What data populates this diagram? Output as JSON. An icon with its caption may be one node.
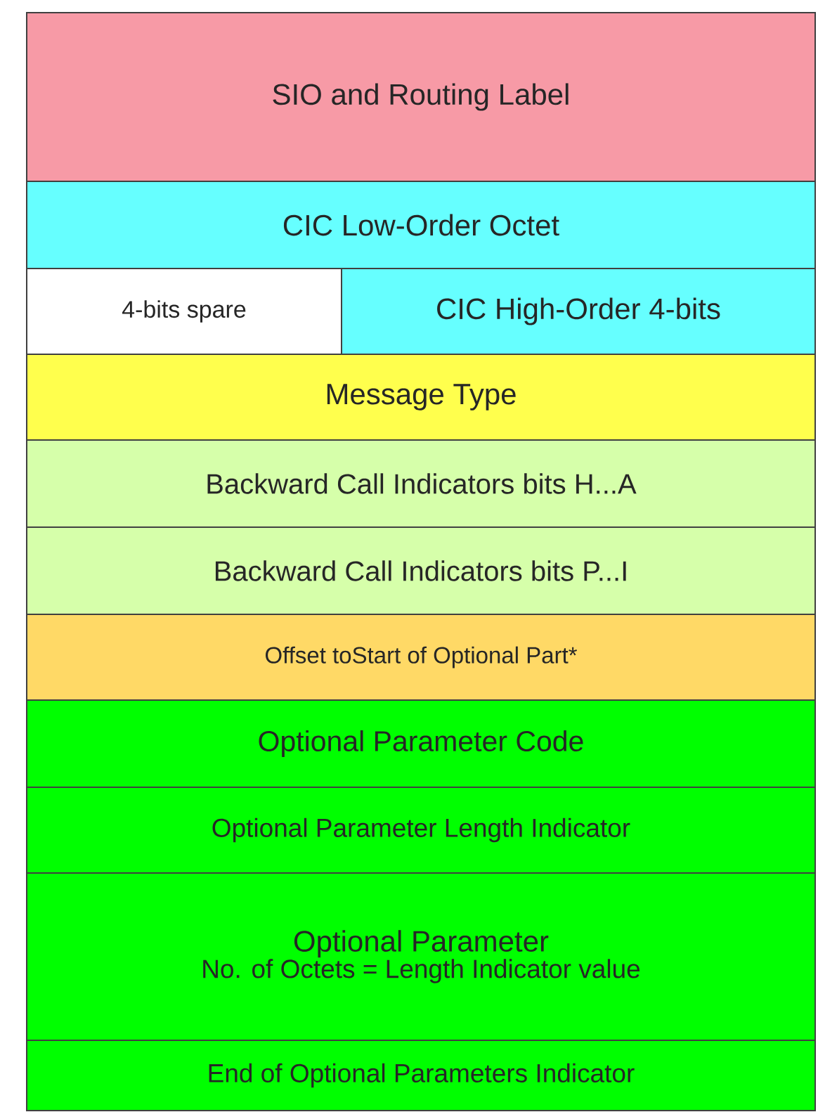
{
  "diagram": {
    "nodes": [
      {
        "text": [
          "SIO and Routing Label"
        ]
      },
      {
        "text": [
          "CIC Low-Order Octet"
        ]
      },
      {
        "text": [
          "4-bits spare"
        ]
      },
      {
        "text": [
          "CIC High-Order 4-bits"
        ]
      },
      {
        "text": [
          "Message Type"
        ]
      },
      {
        "text": [
          "Backward Call Indicators bits H...A"
        ]
      },
      {
        "text": [
          "Backward Call Indicators bits P...I"
        ]
      },
      {
        "text": [
          "Offset toStart of Optional Part*"
        ]
      },
      {
        "text": [
          "Optional Parameter Code"
        ]
      },
      {
        "text": [
          "Optional Parameter Length Indicator"
        ]
      },
      {
        "text": [
          "Optional Parameter",
          "No. of Octets = Length Indicator value"
        ]
      },
      {
        "text": [
          "End of Optional Parameters Indicator"
        ]
      }
    ]
  }
}
